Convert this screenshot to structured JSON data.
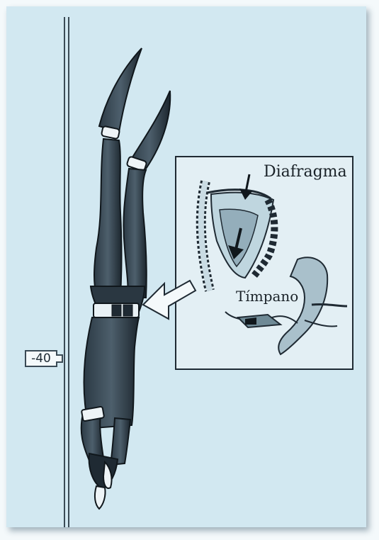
{
  "depth_marker": "-40",
  "labels": {
    "diaphragm": "Diafragma",
    "eardrum": "Tímpano"
  },
  "colors": {
    "background": "#d2e8f1",
    "frame": "#f4f9fb",
    "wetsuit": "#1f2a33",
    "outline": "#3a4a55"
  },
  "icons": {
    "diver": "diver-descending-headfirst",
    "pointer": "arrow-left-icon",
    "lungs": "rib-cage-diaphragm",
    "ear": "ear-eardrum"
  }
}
